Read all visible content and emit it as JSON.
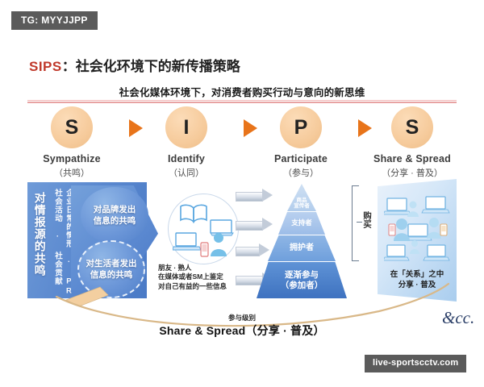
{
  "watermark_top": {
    "label": "TG: MYYJJPP"
  },
  "watermark_bottom": {
    "label": "live-sportscctv.com"
  },
  "headline": {
    "acronym": "SIPS",
    "separator": "：",
    "title_cn": "社会化环境下的新传播策略",
    "accent_color": "#c0392b"
  },
  "subhead": {
    "text": "社会化媒体环境下，对消费者购买行动与意向的新思维"
  },
  "sips_nodes": [
    {
      "letter": "S",
      "en": "Sympathize",
      "cn": "（共鸣）"
    },
    {
      "letter": "I",
      "en": "Identify",
      "cn": "（认同）"
    },
    {
      "letter": "P",
      "en": "Participate",
      "cn": "（参与）"
    },
    {
      "letter": "S",
      "en": "Share & Spread",
      "cn": "（分享 · 普及）"
    }
  ],
  "left_panel": {
    "headline_vertical": "对情报源的共鸣",
    "sub_vertical_1": "社会活动 · 社会贡献",
    "sub_vertical_2": "企业日常的情形 · PR",
    "bubble_brand": "对品牌发出\n信息的共鸣",
    "bubble_consumer": "对生活者发出\n信息的共鸣",
    "bubble_brand_line1": "对品牌发出",
    "bubble_brand_line2": "信息的共鸣",
    "bubble_consumer_line1": "对生活者发出",
    "bubble_consumer_line2": "信息的共鸣",
    "color": "#5b89cf"
  },
  "middle_panel": {
    "caption_line1": "朋友 · 熟人",
    "caption_line2": "在媒体或者SM上鉴定",
    "caption_line3": "对自己有益的一些信息",
    "icons": [
      "open-book-icon",
      "laptop-icon",
      "monitor-icon",
      "person-icon",
      "mobile-phone-icon"
    ]
  },
  "pyramid": {
    "levels": [
      {
        "line1": "商品",
        "line2": "宣传者"
      },
      {
        "line1": "支持者",
        "line2": ""
      },
      {
        "line1": "拥护者",
        "line2": ""
      },
      {
        "line1": "逐渐参与",
        "line2": "（参加者）"
      }
    ],
    "bracket_label": "购买",
    "arrow_count": 4
  },
  "right_panel": {
    "caption_line1": "在「关系」之中",
    "caption_line2": "分享 · 普及",
    "icons": [
      "laptop-icon",
      "person-icon",
      "mobile-phone-icon"
    ]
  },
  "bottom": {
    "level_label": "参与级别",
    "main_label": "Share & Spread（分享 · 普及）"
  },
  "logo": {
    "text": "&cc."
  }
}
